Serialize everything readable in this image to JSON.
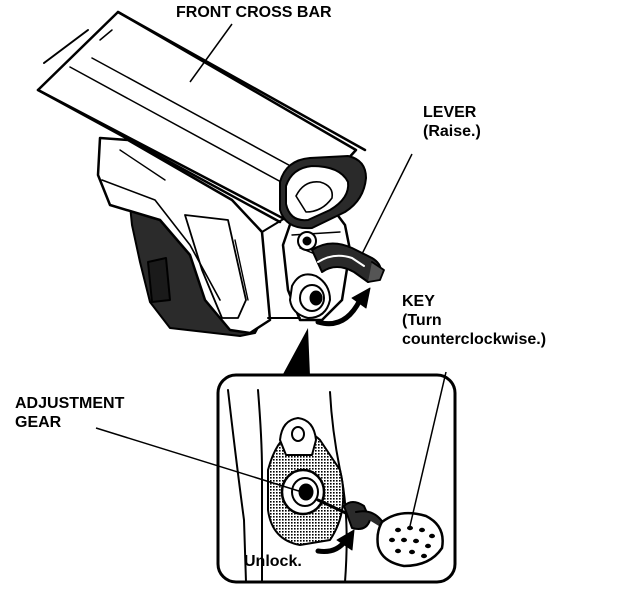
{
  "labels": {
    "front_cross_bar": "FRONT CROSS BAR",
    "lever": [
      "LEVER",
      "(Raise.)"
    ],
    "key": [
      "KEY",
      "(Turn",
      "counterclockwise.)"
    ],
    "adjustment_gear": [
      "ADJUSTMENT",
      "GEAR"
    ],
    "unlock": "Unlock."
  },
  "colors": {
    "line": "#000000",
    "shade": "#555555",
    "background": "#ffffff"
  }
}
